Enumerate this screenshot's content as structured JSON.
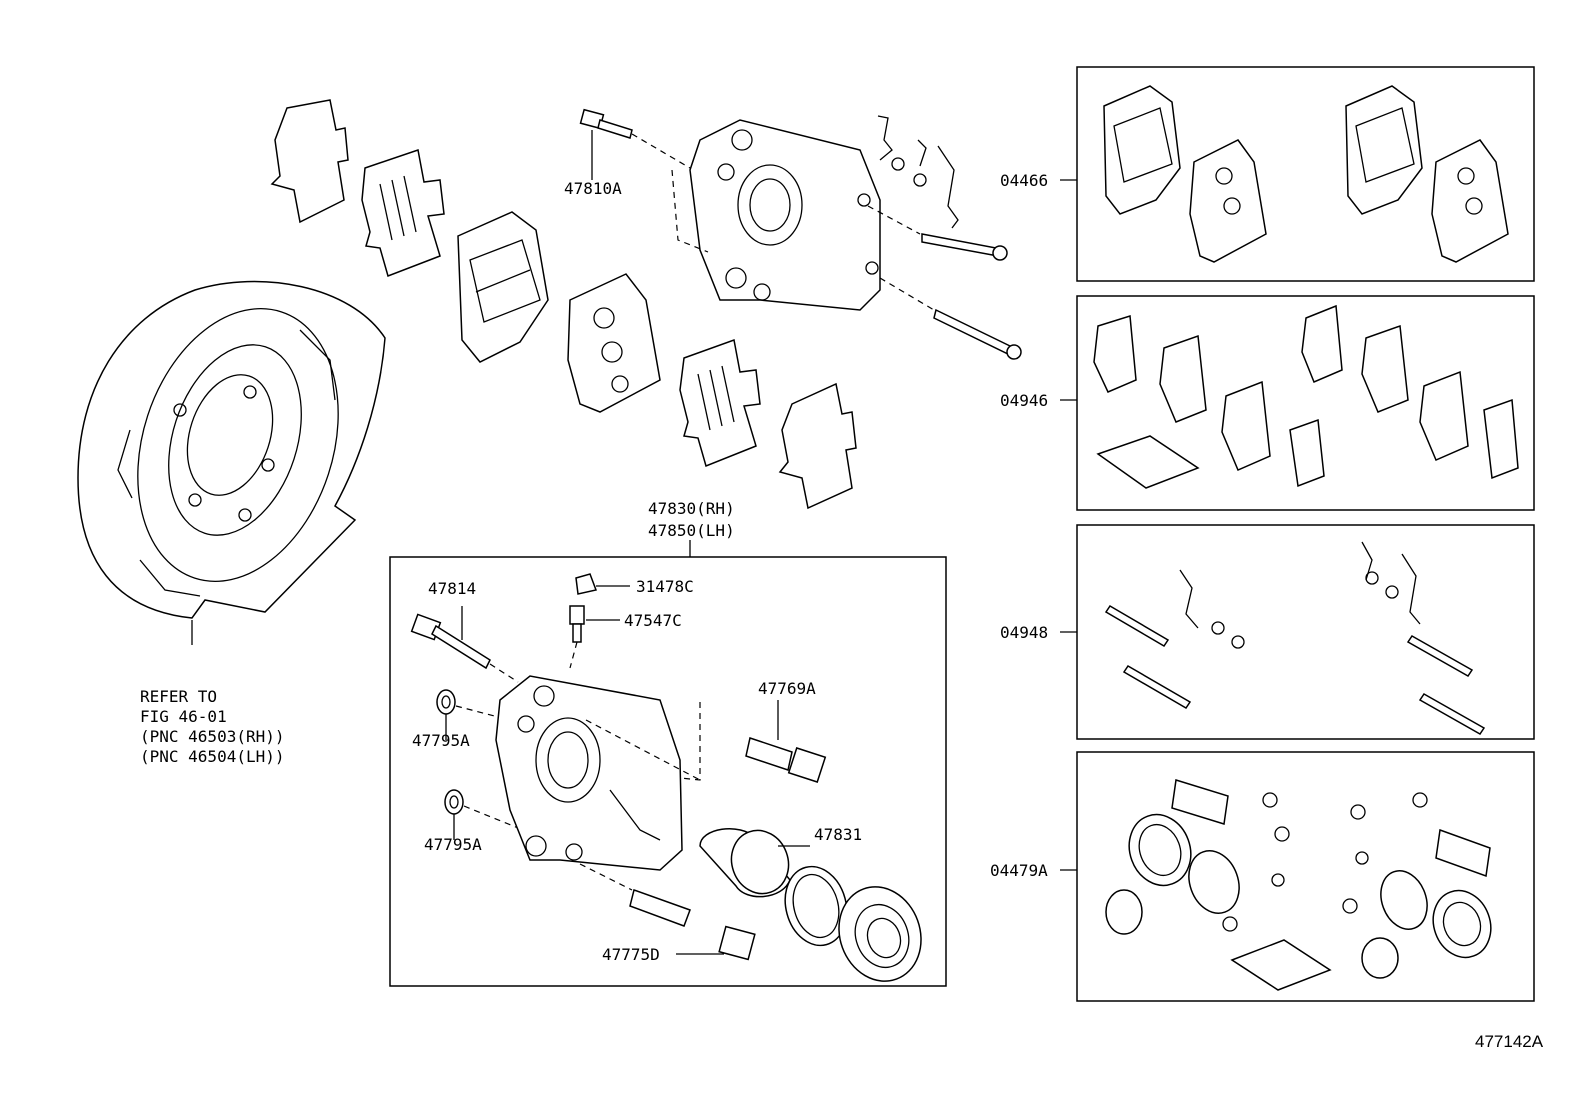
{
  "figure_id": "477142A",
  "labels": {
    "p47810A": "47810A",
    "p47830": "47830(RH)",
    "p47850": "47850(LH)",
    "p47814": "47814",
    "p31478C": "31478C",
    "p47547C": "47547C",
    "p47769A": "47769A",
    "p47795A_1": "47795A",
    "p47795A_2": "47795A",
    "p47831": "47831",
    "p47775D": "47775D",
    "p04466": "04466",
    "p04946": "04946",
    "p04948": "04948",
    "p04479A": "04479A"
  },
  "refer_note": {
    "line1": "REFER TO",
    "line2": "FIG 46-01",
    "line3": "(PNC 46503(RH))",
    "line4": "(PNC 46504(LH))"
  }
}
